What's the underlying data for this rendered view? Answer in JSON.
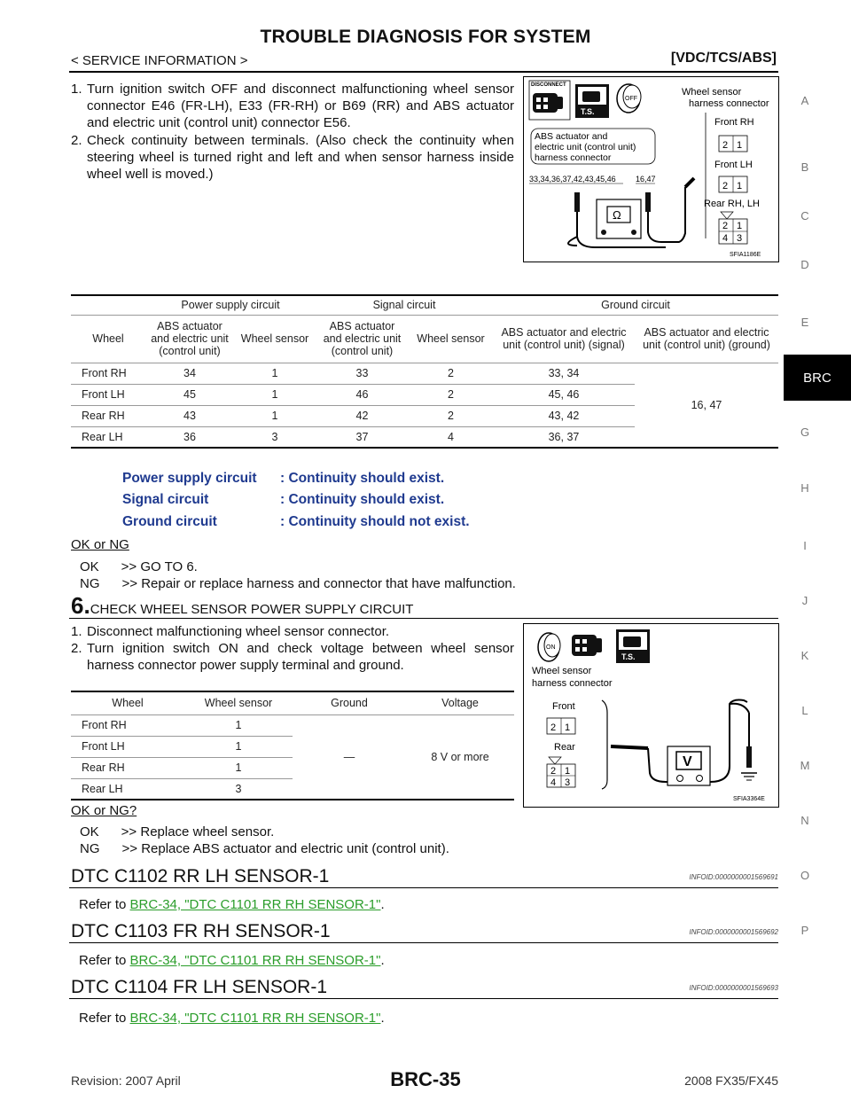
{
  "header": {
    "title": "TROUBLE DIAGNOSIS FOR SYSTEM",
    "subtitle": "< SERVICE INFORMATION >",
    "system": "[VDC/TCS/ABS]"
  },
  "side_index": {
    "letters": [
      "A",
      "B",
      "C",
      "D",
      "E",
      "G",
      "H",
      "I",
      "J",
      "K",
      "L",
      "M",
      "N",
      "O",
      "P"
    ],
    "active_tab": "BRC"
  },
  "step5": {
    "item1_num": "1.",
    "item1": "Turn ignition switch OFF and disconnect malfunctioning wheel sensor connector E46 (FR-LH), E33 (FR-RH) or B69 (RR) and ABS actuator and electric unit (control unit) connector E56.",
    "item2_num": "2.",
    "item2": "Check continuity between terminals. (Also check the continuity when steering wheel is turned right and left and when sensor harness inside wheel well is moved.)",
    "figure1": {
      "disconnect_label": "DISCONNECT",
      "ts_label": "T.S.",
      "off_label": "OFF",
      "abs_connector_label": [
        "ABS actuator and",
        "electric unit (control unit)",
        "harness connector"
      ],
      "abs_terminals_left": "33,34,36,37,42,43,45,46",
      "abs_terminals_right": "16,47",
      "wheel_sensor_label": [
        "Wheel sensor",
        "harness connector"
      ],
      "front_rh": "Front RH",
      "front_lh": "Front LH",
      "rear": "Rear RH, LH",
      "pins_front": [
        "2",
        "1"
      ],
      "pins_rear": [
        "2",
        "1",
        "4",
        "3"
      ],
      "ohm_symbol": "Ω",
      "fig_code": "SFIA1186E"
    },
    "table": {
      "group_headers": [
        "Power supply circuit",
        "Signal circuit",
        "Ground circuit"
      ],
      "col_headers": [
        "Wheel",
        "ABS actuator and electric unit (control unit)",
        "Wheel sensor",
        "ABS actuator and electric unit (control unit)",
        "Wheel sensor",
        "ABS actuator and electric unit (control unit) (signal)",
        "ABS actuator and electric unit (control unit) (ground)"
      ],
      "rows": [
        [
          "Front RH",
          "34",
          "1",
          "33",
          "2",
          "33, 34"
        ],
        [
          "Front LH",
          "45",
          "1",
          "46",
          "2",
          "45, 46"
        ],
        [
          "Rear RH",
          "43",
          "1",
          "42",
          "2",
          "43, 42"
        ],
        [
          "Rear LH",
          "36",
          "3",
          "37",
          "4",
          "36, 37"
        ]
      ],
      "ground_merged": "16, 47"
    },
    "specs": [
      {
        "label": "Power supply circuit",
        "value": ": Continuity should exist."
      },
      {
        "label": "Signal circuit",
        "value": ": Continuity should exist."
      },
      {
        "label": "Ground circuit",
        "value": ": Continuity should not exist."
      }
    ],
    "okng_label": "OK or NG",
    "ok_line": "OK      >> GO TO 6.",
    "ng_line": "NG      >> Repair or replace harness and connector that have malfunction."
  },
  "step6": {
    "number": "6.",
    "title": "CHECK WHEEL SENSOR POWER SUPPLY CIRCUIT",
    "item1_num": "1.",
    "item1": "Disconnect malfunctioning wheel sensor connector.",
    "item2_num": "2.",
    "item2": "Turn ignition switch ON and check voltage between wheel sensor harness connector power supply terminal and ground.",
    "table": {
      "headers": [
        "Wheel",
        "Wheel sensor",
        "Ground",
        "Voltage"
      ],
      "rows": [
        [
          "Front RH",
          "1"
        ],
        [
          "Front LH",
          "1"
        ],
        [
          "Rear RH",
          "1"
        ],
        [
          "Rear LH",
          "3"
        ]
      ],
      "ground_merged": "—",
      "voltage_merged": "8 V or more"
    },
    "figure2": {
      "on_label": "ON",
      "ts_label": "T.S.",
      "wheel_sensor_label": [
        "Wheel sensor",
        "harness connector"
      ],
      "front": "Front",
      "rear": "Rear",
      "pins_front": [
        "2",
        "1"
      ],
      "pins_rear": [
        "2",
        "1",
        "4",
        "3"
      ],
      "volt_symbol": "V",
      "fig_code": "SFIA3364E"
    },
    "okng_label": "OK or NG?",
    "ok_line": "OK      >> Replace wheel sensor.",
    "ng_line": "NG      >> Replace ABS actuator and electric unit (control unit)."
  },
  "dtcs": [
    {
      "title": "DTC C1102 RR LH SENSOR-1",
      "infoid": "INFOID:0000000001569691",
      "refer_prefix": "Refer to ",
      "link": "BRC-34, \"DTC C1101 RR RH SENSOR-1\"",
      "suffix": "."
    },
    {
      "title": "DTC C1103 FR RH SENSOR-1",
      "infoid": "INFOID:0000000001569692",
      "refer_prefix": "Refer to ",
      "link": "BRC-34, \"DTC C1101 RR RH SENSOR-1\"",
      "suffix": "."
    },
    {
      "title": "DTC C1104 FR LH SENSOR-1",
      "infoid": "INFOID:0000000001569693",
      "refer_prefix": "Refer to ",
      "link": "BRC-34, \"DTC C1101 RR RH SENSOR-1\"",
      "suffix": "."
    }
  ],
  "footer": {
    "revision": "Revision: 2007 April",
    "page": "BRC-35",
    "model": "2008 FX35/FX45"
  }
}
